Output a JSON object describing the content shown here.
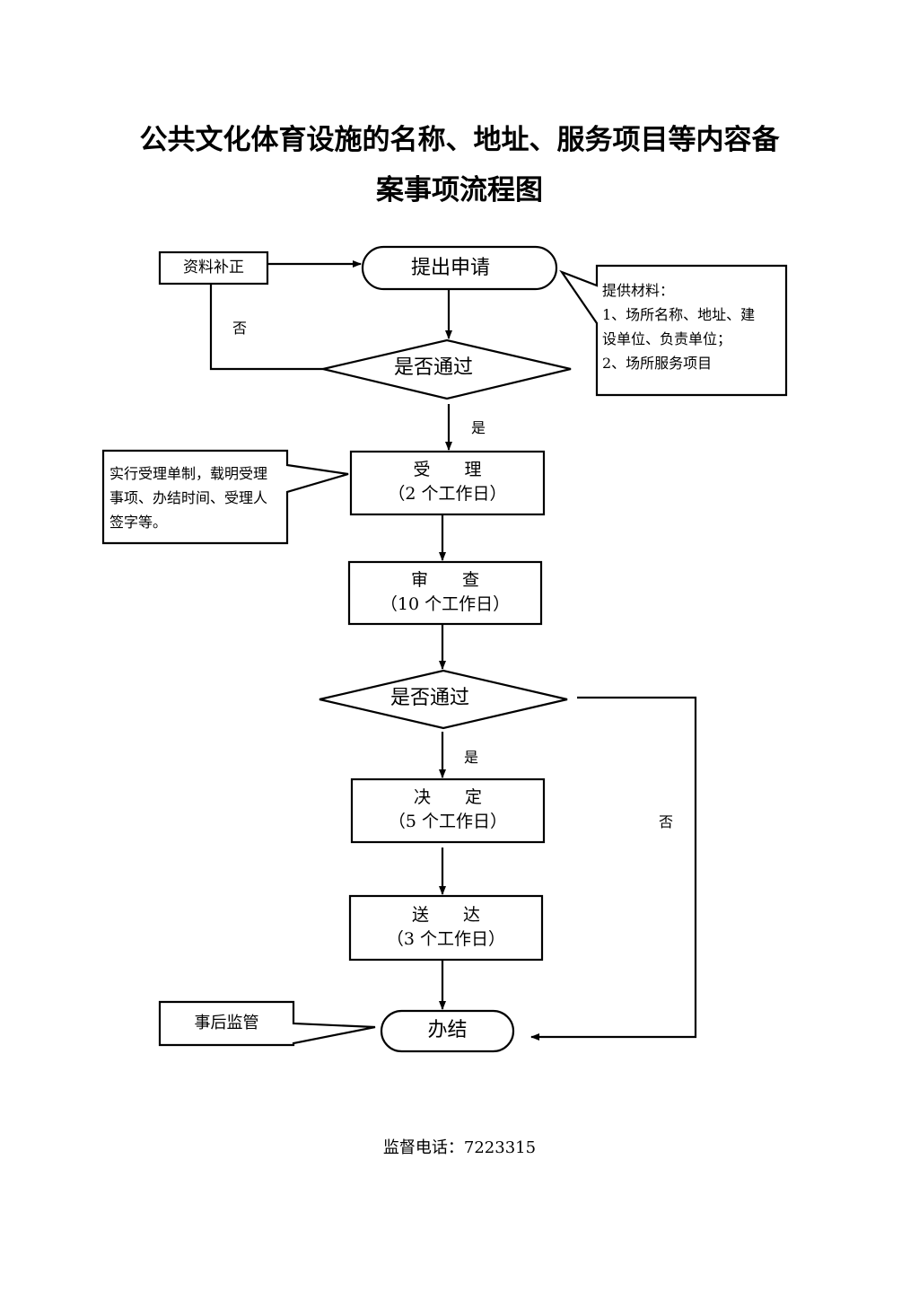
{
  "title": {
    "line1": "公共文化体育设施的名称、地址、服务项目等内容备",
    "line2": "案事项流程图"
  },
  "nodes": {
    "supplement": "资料补正",
    "apply": "提出申请",
    "materials": {
      "heading": "提供材料：",
      "line1": "1、场所名称、地址、建",
      "line2": "设单位、负责单位；",
      "line3": "2、场所服务项目"
    },
    "check1": "是否通过",
    "accept": {
      "name": "受　　理",
      "days": "（2 个工作日）"
    },
    "accept_note": {
      "line1": "实行受理单制，载明受理",
      "line2": "事项、办结时间、受理人",
      "line3": "签字等。"
    },
    "review": {
      "name": "审　　查",
      "days": "（10 个工作日）"
    },
    "check2": "是否通过",
    "decide": {
      "name": "决　　定",
      "days": "（5 个工作日）"
    },
    "deliver": {
      "name": "送　　达",
      "days": "（3 个工作日）"
    },
    "supervise": "事后监管",
    "finish": "办结"
  },
  "edge_labels": {
    "no1": "否",
    "yes1": "是",
    "yes2": "是",
    "no2": "否"
  },
  "footer": "监督电话：7223315"
}
